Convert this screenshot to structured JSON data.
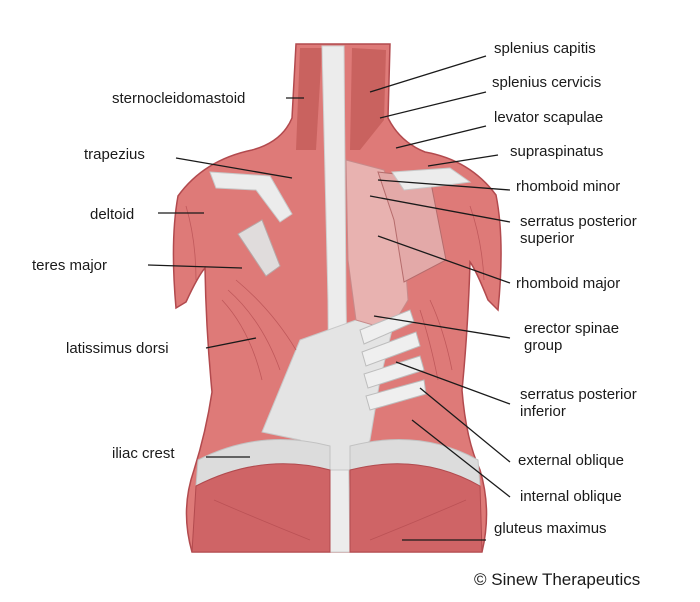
{
  "labels": {
    "sternocleidomastoid": "sternocleidomastoid",
    "trapezius": "trapezius",
    "deltoid": "deltoid",
    "teres_major": "teres major",
    "latissimus_dorsi": "latissimus dorsi",
    "iliac_crest": "iliac crest",
    "splenius_capitis": "splenius capitis",
    "splenius_cervicis": "splenius cervicis",
    "levator_scapulae": "levator scapulae",
    "supraspinatus": "supraspinatus",
    "rhomboid_minor": "rhomboid minor",
    "serratus_posterior_superior": [
      "serratus posterior",
      "superior"
    ],
    "rhomboid_major": "rhomboid major",
    "erector_spinae_group": [
      "erector spinae",
      "group"
    ],
    "serratus_posterior_inferior": [
      "serratus posterior",
      "inferior"
    ],
    "external_oblique": "external oblique",
    "internal_oblique": "internal oblique",
    "gluteus_maximus": "gluteus maximus"
  },
  "credit": "© Sinew Therapeutics",
  "colors": {
    "muscle": "#de7a78",
    "muscle_dark": "#c65a5c",
    "muscle_line": "#b24a4e",
    "tendon": "#e8e8e8",
    "tendon_shade": "#cfcfcf",
    "leader_line": "#1a1a1a"
  }
}
